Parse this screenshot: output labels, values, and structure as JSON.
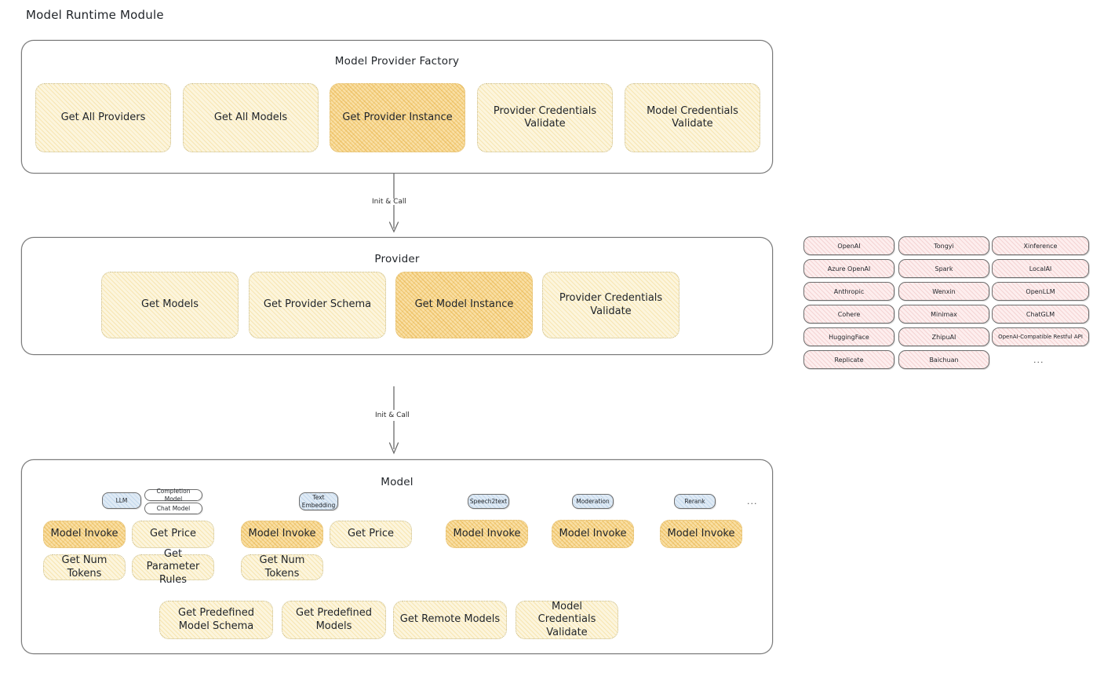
{
  "page": {
    "title": "Model Runtime Module"
  },
  "colors": {
    "node_fill": "#fcf5dd",
    "node_highlight_fill": "#f9dfa4",
    "node_border": "#c9bd8e",
    "chip_fill": "#fdeeee",
    "badge_fill": "#dfeaf5",
    "card_border": "#7a7a7a",
    "text": "#1f2328"
  },
  "factory": {
    "title": "Model Provider Factory",
    "nodes": [
      {
        "label": "Get All Providers",
        "highlight": false
      },
      {
        "label": "Get All Models",
        "highlight": false
      },
      {
        "label": "Get Provider Instance",
        "highlight": true
      },
      {
        "label": "Provider Credentials Validate",
        "highlight": false
      },
      {
        "label": "Model Credentials Validate",
        "highlight": false
      }
    ]
  },
  "arrows": [
    {
      "label": "Init & Call"
    },
    {
      "label": "Init & Call"
    }
  ],
  "provider": {
    "title": "Provider",
    "nodes": [
      {
        "label": "Get Models",
        "highlight": false
      },
      {
        "label": "Get Provider Schema",
        "highlight": false
      },
      {
        "label": "Get Model Instance",
        "highlight": true
      },
      {
        "label": "Provider Credentials Validate",
        "highlight": false
      }
    ]
  },
  "provider_list": {
    "columns": [
      [
        "OpenAI",
        "Azure OpenAI",
        "Anthropic",
        "Cohere",
        "HuggingFace",
        "Replicate"
      ],
      [
        "Tongyi",
        "Spark",
        "Wenxin",
        "Minimax",
        "ZhipuAI",
        "Baichuan"
      ],
      [
        "Xinference",
        "LocalAI",
        "OpenLLM",
        "ChatGLM",
        "OpenAI-Compatible Restful API"
      ]
    ],
    "more": "..."
  },
  "model": {
    "title": "Model",
    "more": "...",
    "types": [
      {
        "badge": "LLM",
        "sub_badges": [
          "Completion Model",
          "Chat Model"
        ],
        "nodes": [
          {
            "label": "Model Invoke",
            "highlight": true
          },
          {
            "label": "Get Price",
            "highlight": false
          },
          {
            "label": "Get Num Tokens",
            "highlight": false
          },
          {
            "label": "Get Parameter Rules",
            "highlight": false
          }
        ]
      },
      {
        "badge": "Text Embedding",
        "sub_badges": [],
        "nodes": [
          {
            "label": "Model Invoke",
            "highlight": true
          },
          {
            "label": "Get Price",
            "highlight": false
          },
          {
            "label": "Get Num Tokens",
            "highlight": false
          }
        ]
      },
      {
        "badge": "Speech2text",
        "sub_badges": [],
        "nodes": [
          {
            "label": "Model Invoke",
            "highlight": true
          }
        ]
      },
      {
        "badge": "Moderation",
        "sub_badges": [],
        "nodes": [
          {
            "label": "Model Invoke",
            "highlight": true
          }
        ]
      },
      {
        "badge": "Rerank",
        "sub_badges": [],
        "nodes": [
          {
            "label": "Model Invoke",
            "highlight": true
          }
        ]
      }
    ],
    "common_nodes": [
      {
        "label": "Get Predefined Model Schema"
      },
      {
        "label": "Get Predefined Models"
      },
      {
        "label": "Get Remote Models"
      },
      {
        "label": "Model Credentials Validate"
      }
    ]
  }
}
